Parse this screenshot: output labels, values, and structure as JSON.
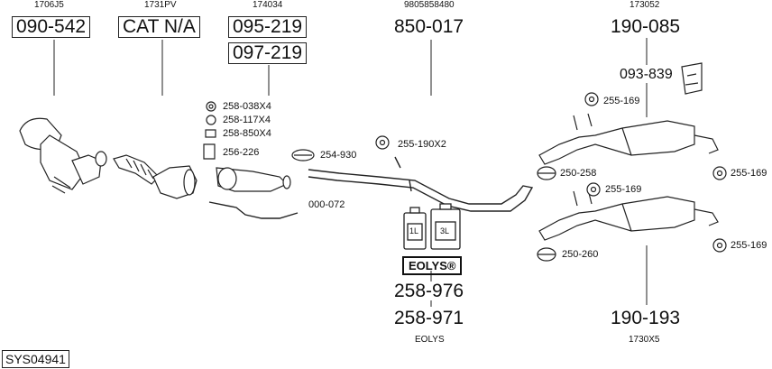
{
  "parts": {
    "p1": {
      "ref": "1706J5",
      "code": "090-542"
    },
    "p2": {
      "ref": "1731PV",
      "code": "CAT N/A"
    },
    "p3": {
      "ref": "174034",
      "code1": "095-219",
      "code2": "097-219"
    },
    "p4": {
      "ref": "9805858480",
      "code": "850-017"
    },
    "p5": {
      "ref": "173052",
      "code": "190-085",
      "sub": "093-839"
    },
    "p6": {
      "ref": "1730X5",
      "code": "190-193"
    },
    "eolys": {
      "badge": "EOLYS®",
      "code1": "258-976",
      "code2": "258-971",
      "ref": "EOLYS",
      "can1": "1L",
      "can2": "3L"
    }
  },
  "labels": {
    "l1": "258-038X4",
    "l2": "258-117X4",
    "l3": "258-850X4",
    "l4": "256-226",
    "l5": "254-930",
    "l6": "255-190X2",
    "l7": "000-072",
    "l8": "255-169",
    "l9": "250-258",
    "l10": "255-169",
    "l11": "255-169",
    "l12": "250-260",
    "l13": "255-169"
  },
  "system_id": "SYS04941"
}
